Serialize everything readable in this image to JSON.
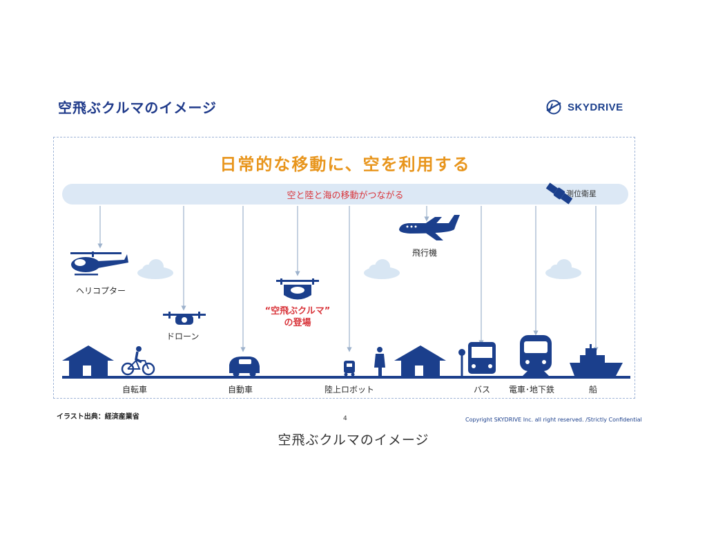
{
  "slide": {
    "title": "空飛ぶクルマのイメージ",
    "logo_text": "SKYDRIVE",
    "headline": "日常的な移動に、空を利用する",
    "sky_bar_label": "空と陸と海の移動がつながる",
    "satellite_label": "測位衛星",
    "vehicles": {
      "helicopter": "ヘリコプター",
      "drone": "ドローン",
      "flying_car_line1": "“空飛ぶクルマ”",
      "flying_car_line2": "の登場",
      "airplane": "飛行機",
      "bicycle": "自転車",
      "car": "自動車",
      "robot": "陸上ロボット",
      "bus": "バス",
      "train": "電車･地下鉄",
      "ship": "船"
    },
    "credit": "イラスト出典：経済産業省",
    "page_number": "4",
    "copyright": "Copyright SKYDRIVE Inc. all right reserved. /Strictly Confidential"
  },
  "caption": "空飛ぶクルマのイメージ",
  "colors": {
    "navy": "#1b3f8c",
    "accent_orange": "#e8951c",
    "accent_red": "#d9353b",
    "bar": "#dce8f5",
    "cloud": "#d8e6f3"
  }
}
